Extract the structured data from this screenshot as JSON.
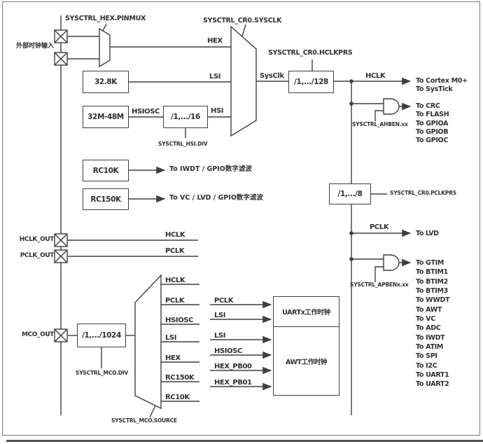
{
  "pins": {
    "ext_clock": "外部时钟输入",
    "hclk_out": "HCLK_OUT",
    "pclk_out": "PCLK_OUT",
    "mco_out": "MCO_OUT"
  },
  "registers": {
    "hex_pinmux": "SYSCTRL_HEX.PINMUX",
    "sysclk_sel": "SYSCTRL_CR0.SYSCLK",
    "hclk_prs": "SYSCTRL_CR0.HCLKPRS",
    "hsi_div": "SYSCTRL_HSI.DIV",
    "ahb_en": "SYSCTRL_AHBEN.xx",
    "pclk_prs": "SYSCTRL_CR0.PCLKPRS",
    "apb_en": "SYSCTRL_APBENx.xx",
    "mco_div": "SYSCTRL_MCO.DIV",
    "mco_source": "SYSCTRL_MCO.SOURCE"
  },
  "blocks": {
    "lsi_osc": "32.8K",
    "hsi_osc": "32M-48M",
    "hsi_divider": "/1,.../16",
    "hclk_divider": "/1,.../128",
    "rc10k": "RC10K",
    "rc150k": "RC150K",
    "pclk_divider": "/1,.../8",
    "mco_divider": "/1,.../1024",
    "uart_clock": "UARTx工作时钟",
    "awt_clock": "AWT工作时钟"
  },
  "signals": {
    "hex": "HEX",
    "lsi": "LSI",
    "hsiosc": "HSIOSC",
    "hsi": "HSI",
    "sysclk": "SysClk",
    "hclk": "HCLK",
    "pclk": "PCLK",
    "hex_pb00": "HEX_PB00",
    "hex_pb01": "HEX_PB01"
  },
  "mco_inputs": [
    "HCLK",
    "PCLK",
    "HSIOSC",
    "LSI",
    "HEX",
    "RC150K",
    "RC10K"
  ],
  "uart_inputs": [
    "PCLK",
    "LSI"
  ],
  "awt_inputs": [
    "LSI",
    "HSIOSC",
    "HEX_PB00",
    "HEX_PB01"
  ],
  "destinations": {
    "hclk": [
      "To Cortex M0+",
      "To SysTick"
    ],
    "ahb": [
      "To CRC",
      "To FLASH",
      "To GPIOA",
      "To GPIOB",
      "To GPIOC"
    ],
    "pclk": [
      "To LVD"
    ],
    "apb": [
      "To GTIM",
      "To BTIM1",
      "To BTIM2",
      "To BTIM3",
      "To WWDT",
      "To AWT",
      "To VC",
      "To ADC",
      "To IWDT",
      "To ATIM",
      "To SPI",
      "To I2C",
      "To UART1",
      "To UART2"
    ],
    "rc10k": "To IWDT / GPIO数字滤波",
    "rc150k": "To VC / LVD / GPIO数字滤波"
  },
  "colors": {
    "line": "#3f3f3f",
    "text": "#303030",
    "border": "#7a7a7a",
    "shadow": "#4f4f4f",
    "background": "#ffffff"
  }
}
